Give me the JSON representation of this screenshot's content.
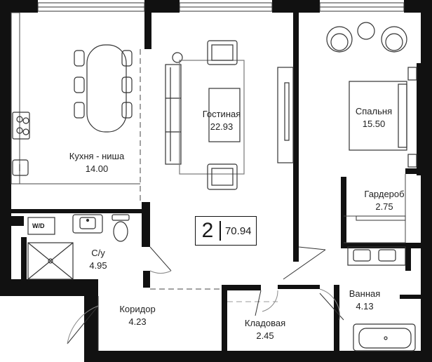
{
  "plan": {
    "rooms_count": "2",
    "total_area": "70.94",
    "rooms": {
      "kitchen": {
        "name": "Кухня - ниша",
        "area": "14.00"
      },
      "living": {
        "name": "Гостиная",
        "area": "22.93"
      },
      "bedroom": {
        "name": "Спальня",
        "area": "15.50"
      },
      "wardrobe": {
        "name": "Гардероб",
        "area": "2.75"
      },
      "bathroom_wc": {
        "name": "С/у",
        "area": "4.95"
      },
      "corridor": {
        "name": "Коридор",
        "area": "4.23"
      },
      "storage": {
        "name": "Кладовая",
        "area": "2.45"
      },
      "bath": {
        "name": "Ванная",
        "area": "4.13"
      }
    },
    "wd_label": "W/D",
    "colors": {
      "wall": "#111111",
      "line": "#555555",
      "background": "#ffffff"
    }
  }
}
